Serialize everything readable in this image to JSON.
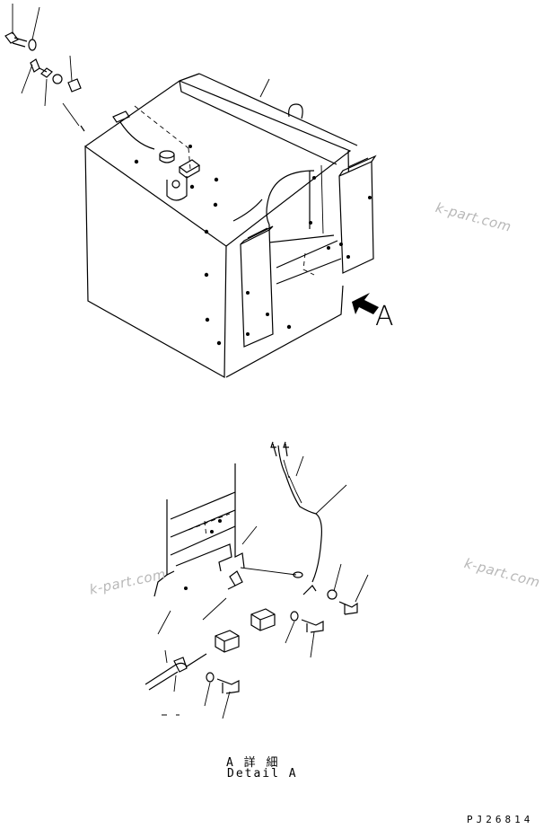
{
  "diagram": {
    "view_marker": "A",
    "detail_caption_jp": "A 詳 細",
    "detail_caption_en": "Detail A",
    "drawing_code": "PJ26814",
    "watermarks": [
      "k-part.com",
      "k-part.com",
      "k-part.com"
    ]
  }
}
